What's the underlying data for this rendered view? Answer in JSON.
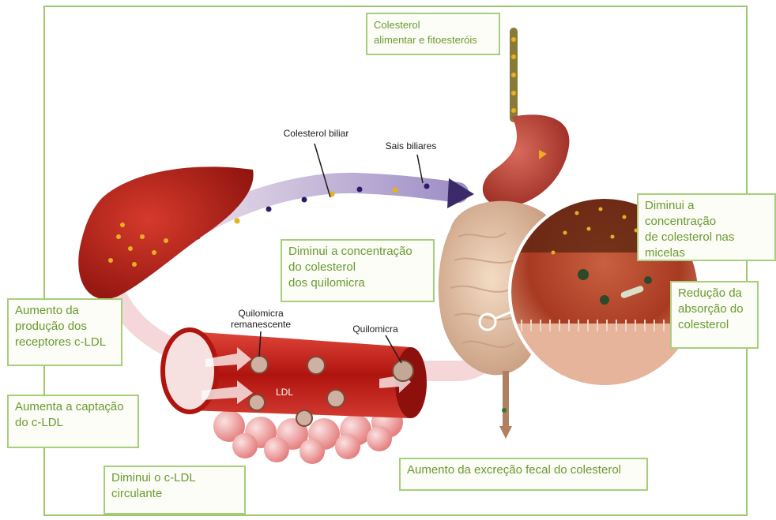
{
  "diagram": {
    "labels": {
      "dietary_cholesterol": "Colesterol\nalimentar e fitoesteróis",
      "biliary_cholesterol": "Colesterol biliar",
      "bile_salts": "Sais biliares",
      "micelle_concentration": "Diminui a concentração\nde colesterol nas\nmicelas",
      "chylomicron_concentration": "Diminui a concentração\ndo colesterol\ndos quilomicra",
      "absorption": "Redução da\nabsorção do\ncolesterol",
      "receptor_production": "Aumento da\nprodução dos\nreceptores c-LDL",
      "uptake": "Aumenta a captação\ndo c-LDL",
      "circulating_ldl": "Diminui o c-LDL\ncirculante",
      "fecal_excretion": "Aumento da excreção fecal do colesterol",
      "chylomicron_remnant": "Quilomicra\nremanescente",
      "chylomicron": "Quilomicra",
      "ldl": "LDL"
    },
    "colors": {
      "box_border": "#a7cf7a",
      "box_text": "#6a9a30",
      "frame": "#9cc76a",
      "liver": "#b8231a",
      "vessel": "#c21f1a",
      "stomach": "#c4453a",
      "intestine": "#e8c8a8",
      "bile_duct": "#cbbfe0",
      "particle_yellow": "#e8b020",
      "particle_purple": "#2e1a6a"
    },
    "icons": [
      "liver-illustration",
      "stomach-illustration",
      "intestine-illustration",
      "blood-vessel-illustration",
      "magnified-intestinal-wall"
    ]
  }
}
